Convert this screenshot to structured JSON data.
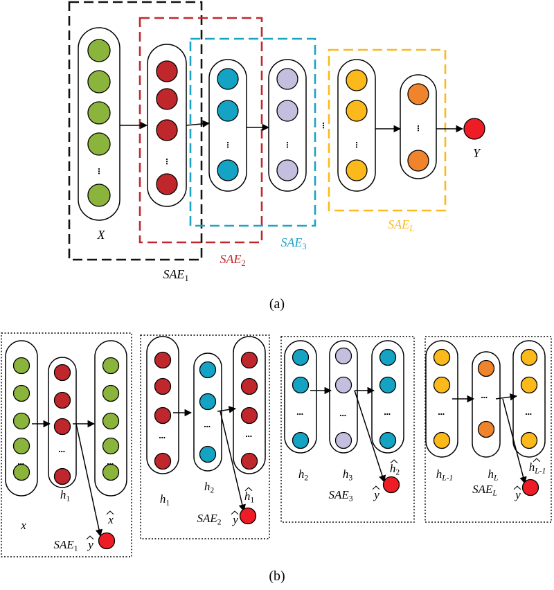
{
  "colors": {
    "green": "#8bb43c",
    "red": "#c0272d",
    "cyan": "#15a3c4",
    "lavender": "#c5bfdf",
    "yellow": "#fbb91b",
    "orange": "#f0842c",
    "output": "#ee1c24",
    "sae1": "#111111",
    "sae2": "#c0272d",
    "sae3": "#1aa3c4",
    "saeL": "#fbb91b"
  },
  "panel_a": {
    "caption": "(a)",
    "input_label": "X",
    "output_label": "Y",
    "sae_labels": {
      "sae1": {
        "base": "SAE",
        "sub": "1"
      },
      "sae2": {
        "base": "SAE",
        "sub": "2"
      },
      "sae3": {
        "base": "SAE",
        "sub": "3"
      },
      "saeL": {
        "base": "SAE",
        "sub": "L"
      }
    }
  },
  "panel_b": {
    "caption": "(b)",
    "blocks": [
      {
        "in": {
          "base": "x",
          "sub": ""
        },
        "hid": {
          "base": "h",
          "sub": "1"
        },
        "out": {
          "base": "x",
          "sub": ""
        },
        "yhat": "y",
        "sae": {
          "base": "SAE",
          "sub": "1"
        }
      },
      {
        "in": {
          "base": "h",
          "sub": "1"
        },
        "hid": {
          "base": "h",
          "sub": "2"
        },
        "out": {
          "base": "h",
          "sub": "1"
        },
        "yhat": "y",
        "sae": {
          "base": "SAE",
          "sub": "2"
        }
      },
      {
        "in": {
          "base": "h",
          "sub": "2"
        },
        "hid": {
          "base": "h",
          "sub": "3"
        },
        "out": {
          "base": "h",
          "sub": "2"
        },
        "yhat": "y",
        "sae": {
          "base": "SAE",
          "sub": "3"
        }
      },
      {
        "in": {
          "base": "h",
          "sub": "L-1"
        },
        "hid": {
          "base": "h",
          "sub": "L"
        },
        "out": {
          "base": "h",
          "sub": "L-1"
        },
        "yhat": "y",
        "sae": {
          "base": "SAE",
          "sub": "L"
        }
      }
    ]
  }
}
